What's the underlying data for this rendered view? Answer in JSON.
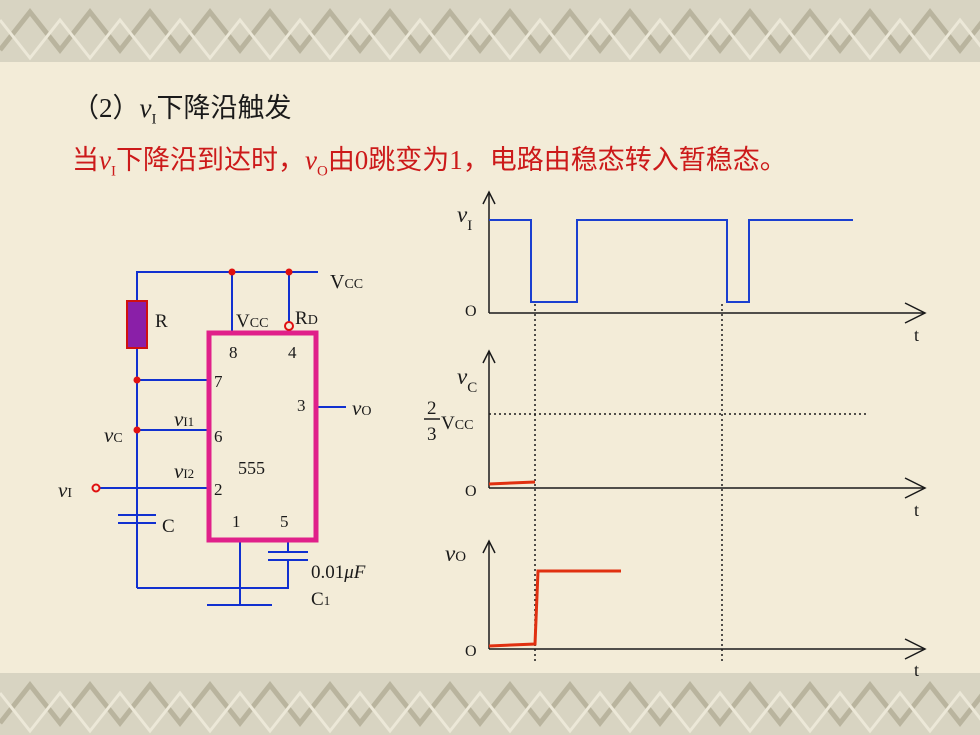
{
  "heading": {
    "line1_prefix": "（2）",
    "line1_var": "v",
    "line1_sub": "I",
    "line1_suffix": "下降沿触发",
    "line2_p1": "当",
    "line2_var1": "v",
    "line2_sub1": "I",
    "line2_p2": "下降沿到达时，",
    "line2_var2": "v",
    "line2_sub2": "O",
    "line2_p3": "由0跳变为1，电路由稳态转入暂稳态。"
  },
  "circuit": {
    "vcc_top": {
      "v": "V",
      "sub": "CC"
    },
    "r_label": "R",
    "vcc_pin": {
      "v": "V",
      "sub": "CC"
    },
    "rd_pin": {
      "v": "R",
      "sub": "D"
    },
    "pin8": "8",
    "pin4": "4",
    "pin7": "7",
    "pin3": "3",
    "pin6": "6",
    "pin2": "2",
    "pin1": "1",
    "pin5": "5",
    "chip": "555",
    "vo_out": {
      "v": "v",
      "sub": "O"
    },
    "vi1": {
      "v": "v",
      "sub": "I1"
    },
    "vi2": {
      "v": "v",
      "sub": "I2"
    },
    "vc_node": {
      "v": "v",
      "sub": "C"
    },
    "vi_in": {
      "v": "v",
      "sub": "I"
    },
    "c_label": "C",
    "c1_value": "0.01μF",
    "c1_value_num": "0.01",
    "c1_value_unit": "μF",
    "c1_label": {
      "v": "C",
      "sub": "1"
    }
  },
  "waveforms": {
    "vi_axis": {
      "v": "v",
      "sub": "I"
    },
    "vc_axis": {
      "v": "v",
      "sub": "C"
    },
    "vo_axis": {
      "v": "v",
      "sub": "O"
    },
    "origin": "O",
    "time": "t",
    "threshold_num": "2",
    "threshold_den": "3",
    "threshold_v": "V",
    "threshold_sub": "CC"
  },
  "colors": {
    "wire": "#1030d0",
    "chip_border": "#e0208a",
    "trace_red": "#e03010",
    "trace_blue": "#1a3fd0",
    "resistor": "#8a1fa8",
    "node": "#e01010"
  }
}
